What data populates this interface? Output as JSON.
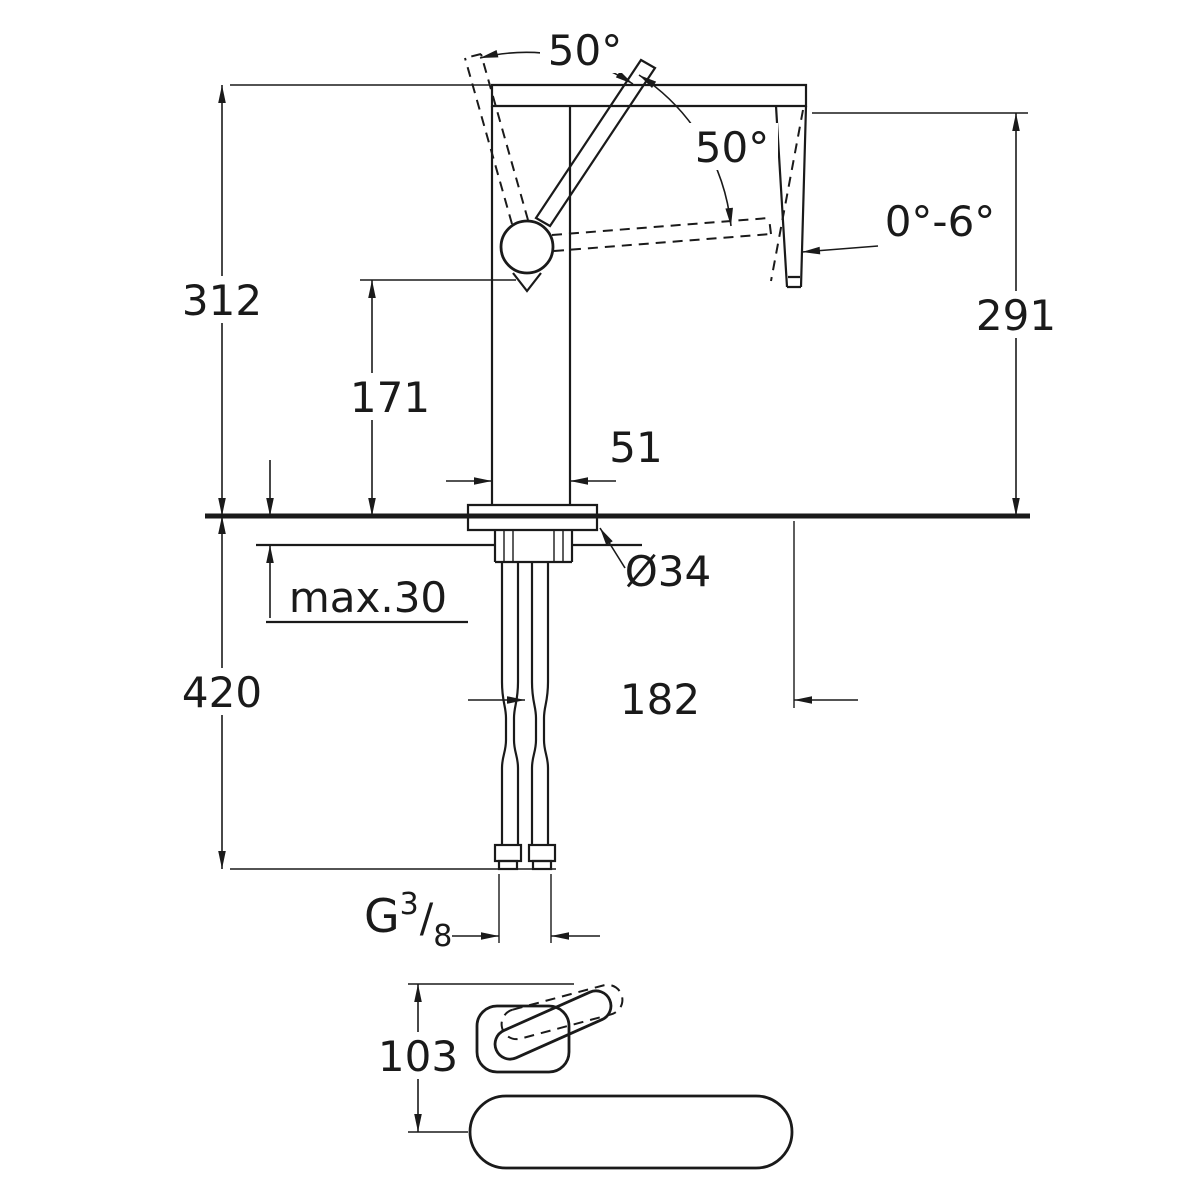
{
  "colors": {
    "line": "#1a1a1a",
    "background": "#ffffff"
  },
  "labels": {
    "angle_top": "50°",
    "angle_right": "50°",
    "tilt_range": "0°-6°",
    "height_total": "312",
    "spout_height": "171",
    "right_height": "291",
    "body_width": "51",
    "hole_diameter": "Ø34",
    "max_thickness": "max.30",
    "below_length": "420",
    "projection": "182",
    "thread": {
      "g": "G",
      "sup": "3",
      "slash": "/",
      "sub": "8"
    },
    "plan_height": "103"
  }
}
